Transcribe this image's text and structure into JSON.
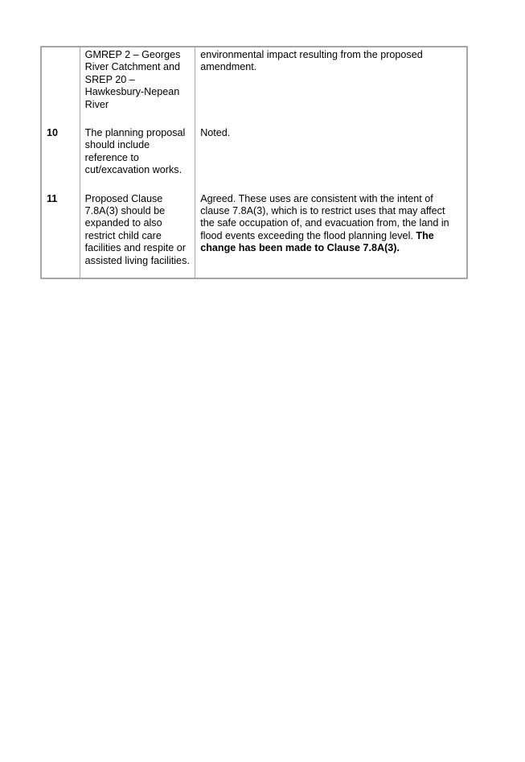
{
  "table": {
    "rows": [
      {
        "number": "",
        "submission": "GMREP 2 – Georges River Catchment and SREP 20 – Hawkesbury-Nepean River",
        "response": "environmental impact resulting from the proposed amendment.",
        "response_bold": ""
      },
      {
        "number": "10",
        "submission": "The planning proposal should include reference to cut/excavation works.",
        "response": "Noted.",
        "response_bold": ""
      },
      {
        "number": "11",
        "submission": "Proposed Clause 7.8A(3) should be expanded to also restrict child care facilities and respite or assisted living facilities.",
        "response": "Agreed.  These uses are consistent with the intent of clause 7.8A(3), which is to restrict uses that may affect the safe occupation of, and evacuation from, the land in flood events exceeding the flood planning level.  ",
        "response_bold": "The change has been made to Clause 7.8A(3)."
      }
    ]
  }
}
